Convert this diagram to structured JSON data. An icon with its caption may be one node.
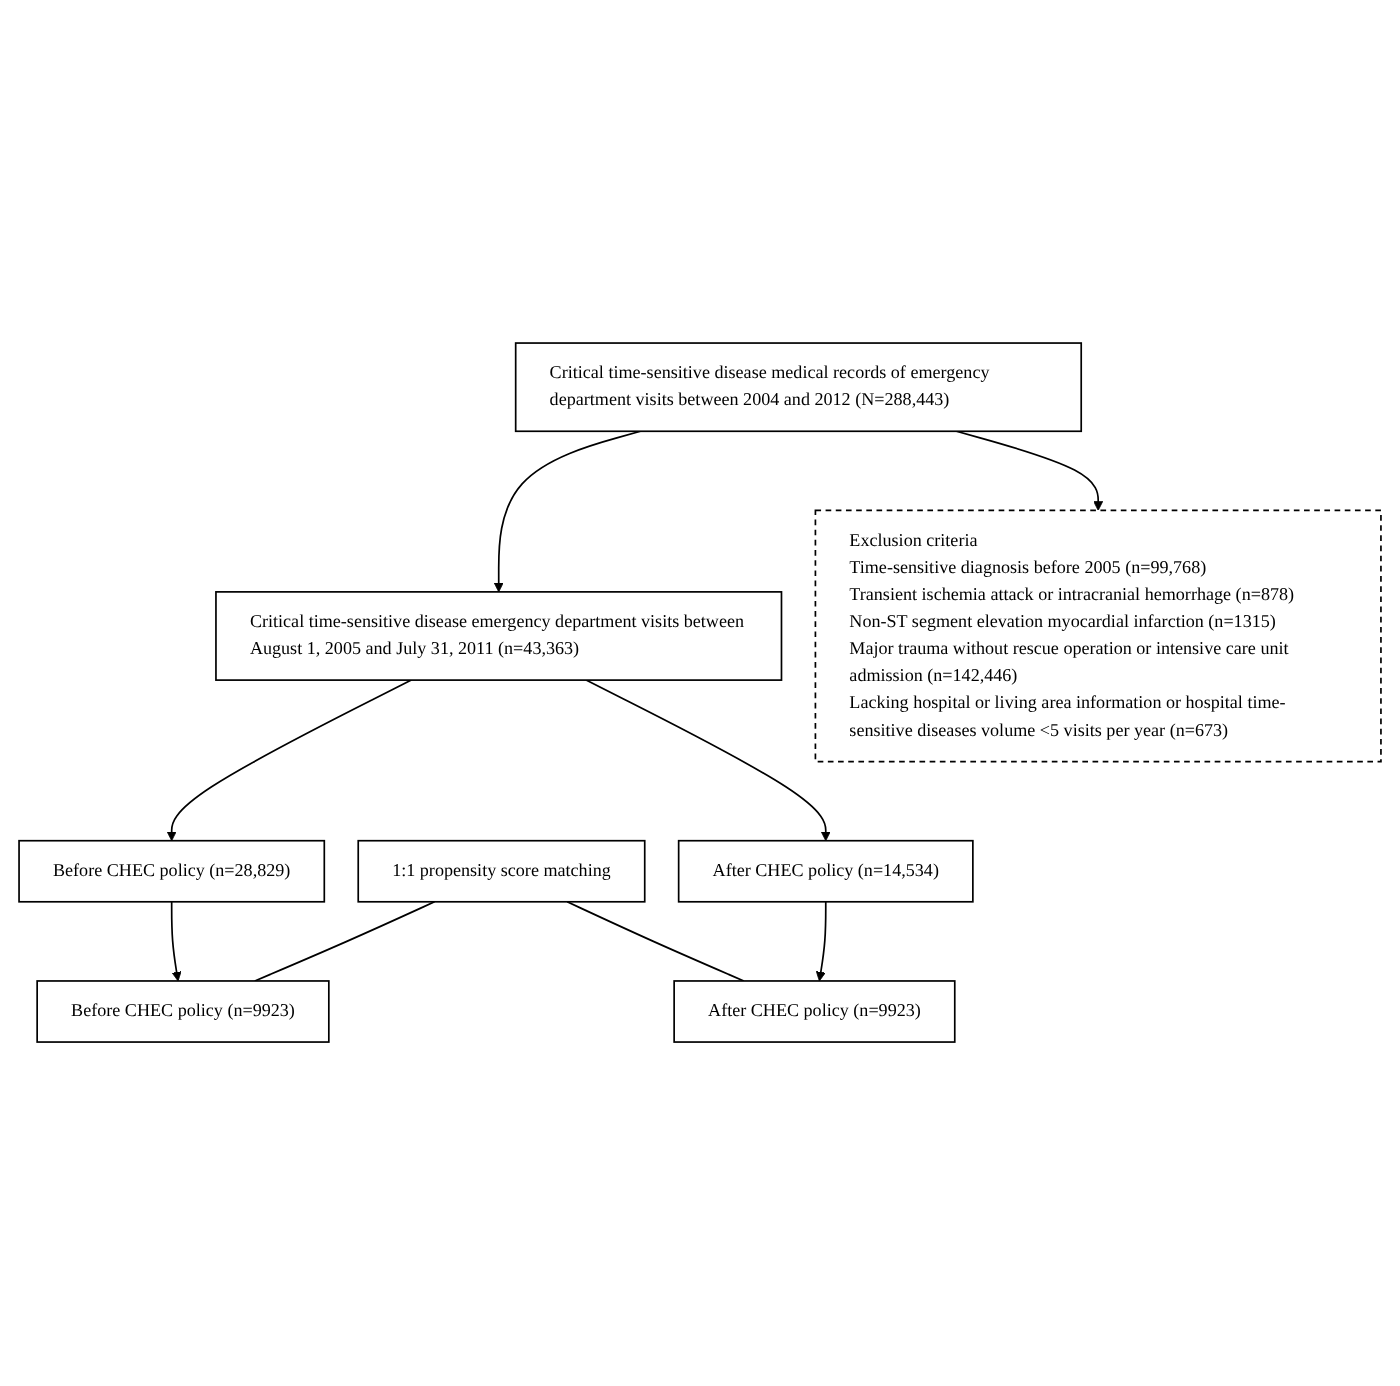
{
  "diagram": {
    "nodes": [
      {
        "text": [
          "Critical time-sensitive disease medical records of emergency department visits between 2004 and 2012 (N=288,443)"
        ]
      },
      {
        "text": [
          "Exclusion criteria",
          "Time-sensitive diagnosis before 2005 (n=99,768)",
          "Transient ischemia attack or intracranial hemorrhage (n=878)",
          "Non-ST segment elevation myocardial infarction (n=1315)",
          "Major trauma without rescue operation or intensive care unit admission (n=142,446)",
          "Lacking hospital or living area information or hospital time-sensitive diseases volume <5 visits per year (n=673)"
        ]
      },
      {
        "text": [
          "Critical time-sensitive disease emergency department visits between August 1, 2005 and July 31, 2011 (n=43,363)"
        ]
      },
      {
        "text": [
          "Before CHEC policy (n=28,829)"
        ]
      },
      {
        "text": [
          "After CHEC policy (n=14,534)"
        ]
      },
      {
        "text": [
          "1:1 propensity score matching"
        ]
      },
      {
        "text": [
          "Before CHEC policy (n=9923)"
        ]
      },
      {
        "text": [
          "After CHEC policy (n=9923)"
        ]
      }
    ],
    "edges": [
      {
        "from": 0,
        "to": 2,
        "arrow": "to"
      },
      {
        "from": 0,
        "to": 1,
        "arrow": "to"
      },
      {
        "from": 2,
        "to": 3,
        "arrow": "to"
      },
      {
        "from": 2,
        "to": 4,
        "arrow": "to"
      },
      {
        "from": 3,
        "to": 6,
        "arrow": "to"
      },
      {
        "from": 4,
        "to": 7,
        "arrow": "to"
      },
      {
        "from": 5,
        "to": 6,
        "arrow": "none"
      },
      {
        "from": 5,
        "to": 7,
        "arrow": "none"
      }
    ]
  }
}
